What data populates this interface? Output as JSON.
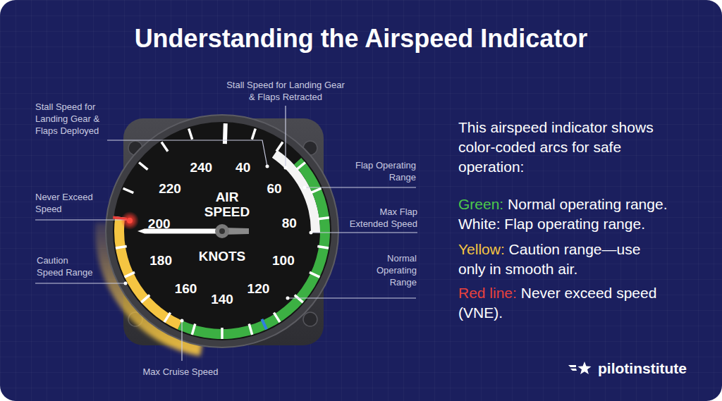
{
  "diagram": {
    "title": "Understanding the Airspeed Indicator",
    "nodes": [
      {
        "text": [
          "40",
          "60",
          "80",
          "100",
          "120",
          "140",
          "160",
          "180",
          "200",
          "220",
          "240",
          "AIR SPEED",
          "KNOTS"
        ]
      }
    ],
    "labels": [
      "Stall Speed for Landing Gear & Flaps Retracted",
      "Stall Speed for Landing Gear & Flaps Deployed",
      "Flap Operating Range",
      "Never Exceed Speed",
      "Max Flap Extended Speed",
      "Normal Operating Range",
      "Caution Speed Range",
      "Max Cruise Speed",
      "This airspeed indicator shows color-coded arcs for safe operation:",
      "pilotinstitute"
    ],
    "legend": [
      {
        "text": "Green: Normal operating range.",
        "color": "#4cc94a"
      },
      {
        "text": "White: Flap operating range.",
        "color": "#ffffff"
      },
      {
        "text": "Yellow: Caution range—use only in smooth air.",
        "color": "#f5c542"
      },
      {
        "text": "Red line: Never exceed speed (VNE).",
        "color": "#e8413c"
      }
    ]
  }
}
